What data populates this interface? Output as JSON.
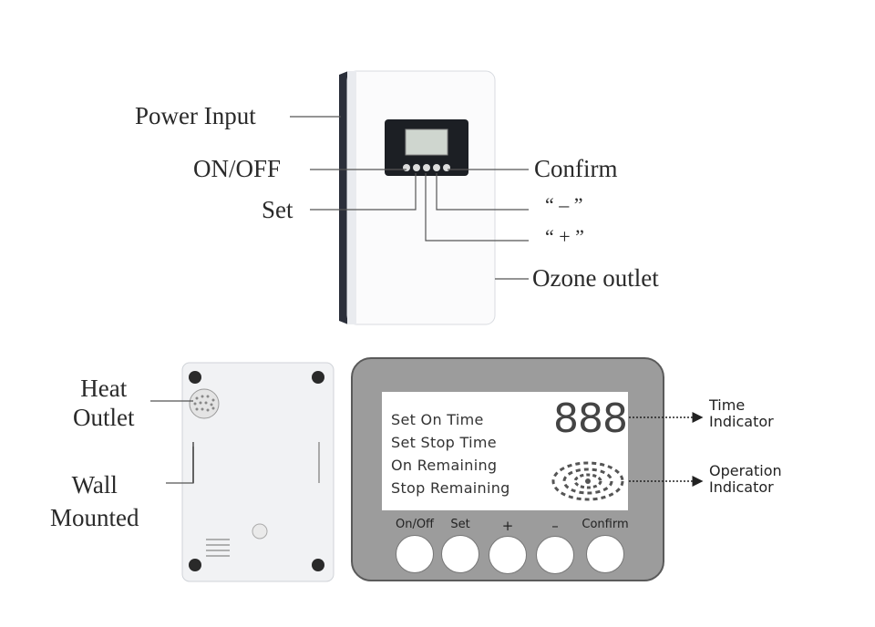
{
  "top_device": {
    "callouts": {
      "power_input": "Power Input",
      "on_off": "ON/OFF",
      "set": "Set",
      "confirm": "Confirm",
      "minus": "“ – ”",
      "plus": "“ + ”",
      "ozone_outlet": "Ozone outlet"
    }
  },
  "back_panel": {
    "callouts": {
      "heat_line1": "Heat",
      "heat_line2": "Outlet",
      "wall_line1": "Wall",
      "wall_line2": "Mounted"
    }
  },
  "control_panel": {
    "menu": [
      "Set On Time",
      "Set Stop Time",
      "On Remaining",
      "Stop Remaining"
    ],
    "display_digits": "888",
    "buttons": [
      "On/Off",
      "Set",
      "+",
      "–",
      "Confirm"
    ],
    "callouts": {
      "time_line1": "Time",
      "time_line2": "Indicator",
      "operation_line1": "Operation",
      "operation_line2": "Indicator"
    }
  }
}
